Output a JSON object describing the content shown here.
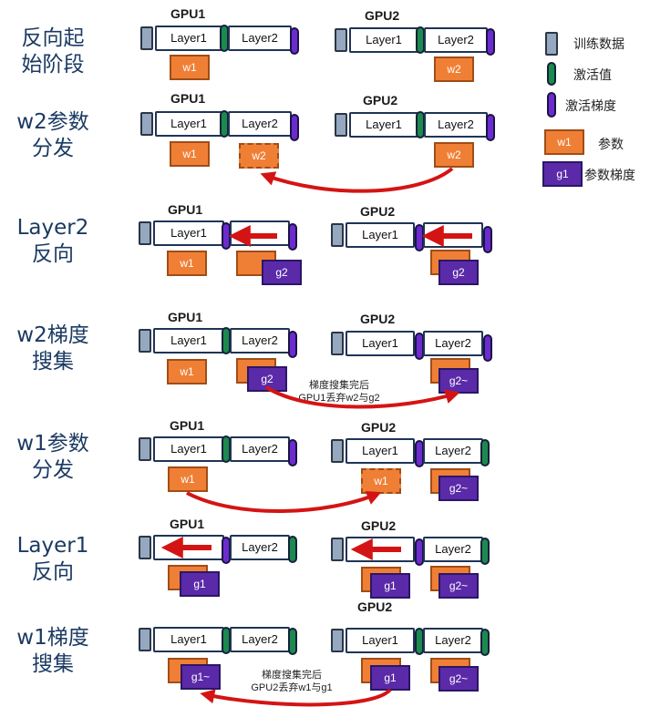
{
  "stages": [
    {
      "title": "反向起\n始阶段"
    },
    {
      "title": "w2参数\n分发"
    },
    {
      "title": "Layer2\n反向"
    },
    {
      "title": "w2梯度\n搜集"
    },
    {
      "title": "w1参数\n分发"
    },
    {
      "title": "Layer1\n反向"
    },
    {
      "title": "w1梯度\n搜集"
    }
  ],
  "labels": {
    "gpu1": "GPU1",
    "gpu2": "GPU2",
    "layer1": "Layer1",
    "layer2": "Layer2",
    "w1": "w1",
    "w2": "w2",
    "g1": "g1",
    "g2": "g2",
    "g1_tilde": "g1~",
    "g2_tilde": "g2~"
  },
  "notes": {
    "stage4": "梯度搜集完后\nGPU1丢弃w2与g2",
    "stage7": "梯度搜集完后\nGPU2丢弃w1与g1"
  },
  "legend": {
    "data": "训练数据",
    "activation": "激活值",
    "activation_grad": "激活梯度",
    "param": "参数",
    "param_grad": "参数梯度",
    "w_box": "w1",
    "g_box": "g1"
  },
  "colors": {
    "data": "#95a8bf",
    "activation": "#1a8a4e",
    "activation_grad": "#6c2bd1",
    "param": "#f07f36",
    "param_grad": "#5a2aa8",
    "arrow": "#d41414"
  }
}
